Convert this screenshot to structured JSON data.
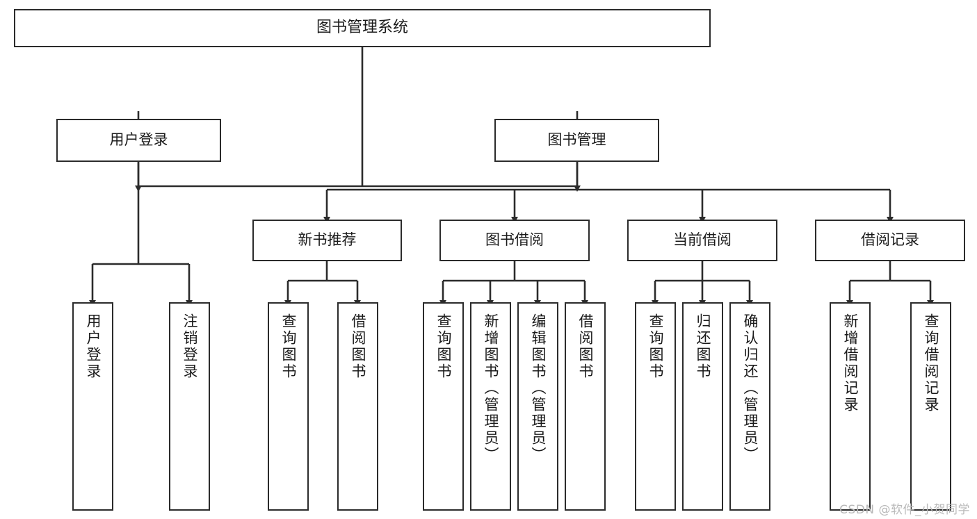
{
  "diagram": {
    "title": "图书管理系统",
    "type": "tree-hierarchy",
    "watermark": "CSDN @软件_小贺同学",
    "colors": {
      "border": "#2b2b2b",
      "fill": "#ffffff",
      "text": "#1a1a1a",
      "watermark": "#b9b9b9"
    },
    "nodes": {
      "root": {
        "label": "图书管理系统"
      },
      "level2": [
        {
          "id": "user-login",
          "label": "用户登录"
        },
        {
          "id": "book-manage",
          "label": "图书管理"
        }
      ],
      "level3": [
        {
          "id": "new-book-rec",
          "label": "新书推荐"
        },
        {
          "id": "book-borrow",
          "label": "图书借阅"
        },
        {
          "id": "current-borrow",
          "label": "当前借阅"
        },
        {
          "id": "borrow-record",
          "label": "借阅记录"
        }
      ],
      "leaves": {
        "user-login": [
          {
            "id": "leaf-user-login",
            "label": "用户登录"
          },
          {
            "id": "leaf-logout-login",
            "label": "注销登录"
          }
        ],
        "new-book-rec": [
          {
            "id": "leaf-query-book-1",
            "label": "查询图书"
          },
          {
            "id": "leaf-borrow-book-1",
            "label": "借阅图书"
          }
        ],
        "book-borrow": [
          {
            "id": "leaf-query-book-2",
            "label": "查询图书"
          },
          {
            "id": "leaf-add-book",
            "label": "新增图书（管理员）"
          },
          {
            "id": "leaf-edit-book",
            "label": "编辑图书（管理员）"
          },
          {
            "id": "leaf-borrow-book-2",
            "label": "借阅图书"
          }
        ],
        "current-borrow": [
          {
            "id": "leaf-query-book-3",
            "label": "查询图书"
          },
          {
            "id": "leaf-return-book",
            "label": "归还图书"
          },
          {
            "id": "leaf-confirm-return",
            "label": "确认归还（管理员）"
          }
        ],
        "borrow-record": [
          {
            "id": "leaf-add-record",
            "label": "新增借阅记录"
          },
          {
            "id": "leaf-query-record",
            "label": "查询借阅记录"
          }
        ]
      }
    }
  }
}
